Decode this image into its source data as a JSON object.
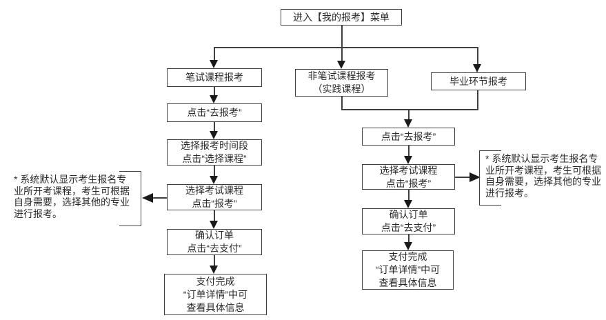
{
  "nodes": {
    "enter_menu": "进入【我的报考】菜单",
    "written": "笔试课程报考",
    "non_written": "非笔试课程报考\n（实践课程）",
    "graduation": "毕业环节报考"
  },
  "flows": {
    "left": {
      "go_register": "点击“去报考”",
      "select_period": "选择报考时间段\n点击“选择课程”",
      "select_course": "选择考试课程\n点击“报考”",
      "confirm_order": "确认订单\n点击“去支付”",
      "payment_done": "支付完成\n“订单详情”中可\n查看具体信息"
    },
    "right": {
      "go_register": "点击“去报考”",
      "select_course": "选择考试课程\n点击“报考”",
      "confirm_order": "确认订单\n点击“去支付”",
      "payment_done": "支付完成\n“订单详情”中可\n查看具体信息"
    }
  },
  "notes": {
    "left": "* 系统默认显示考生报名专\n业所开考课程，考生可根据\n自身需要，选择其他的专业\n进行报考。",
    "right": "* 系统默认显示考生报名专\n业所开考课程，考生可根据\n自身需要，选择其他的专业\n进行报考。"
  },
  "colors": {
    "box_border": "#3f3f3f",
    "line": "#3f3f3f",
    "arrow": "#1a1a1a",
    "text": "#2b2b2b",
    "background": "#ffffff"
  }
}
